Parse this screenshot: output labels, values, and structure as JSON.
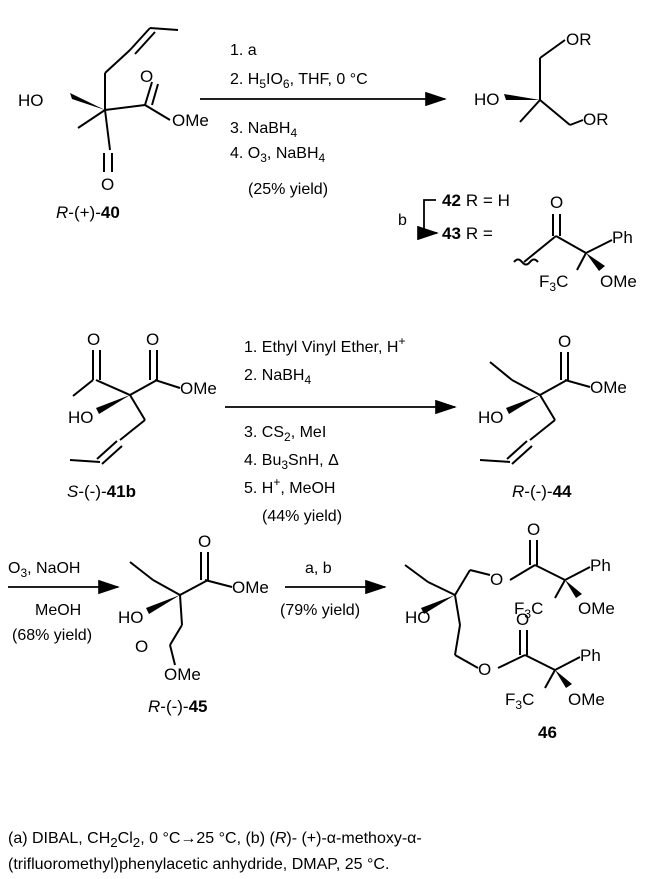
{
  "compounds": {
    "c40": {
      "prefix": "R",
      "rot": "-(+)-",
      "num": "40"
    },
    "c42": {
      "num": "42",
      "label": "R = H"
    },
    "c43": {
      "num": "43",
      "label": "R ="
    },
    "c41b": {
      "prefix": "S",
      "rot": "-(-)-",
      "num": "41b"
    },
    "c44": {
      "prefix": "R",
      "rot": "-(-)-",
      "num": "44"
    },
    "c45": {
      "prefix": "R",
      "rot": "-(-)-",
      "num": "45"
    },
    "c46": {
      "num": "46"
    }
  },
  "atoms": {
    "HO": "HO",
    "O": "O",
    "OMe": "OMe",
    "OR": "OR",
    "Ph": "Ph",
    "F3C": "F",
    "F3C_sub": "3",
    "F3C_C": "C"
  },
  "scheme1": {
    "step1": "1. a",
    "step2_pre": "2. H",
    "step2_sub1": "5",
    "step2_mid": "IO",
    "step2_sub2": "6",
    "step2_post": ", THF, 0 °C",
    "step3_pre": "3. NaBH",
    "step3_sub": "4",
    "step4_pre": "4. O",
    "step4_sub1": "3",
    "step4_mid": ", NaBH",
    "step4_sub2": "4",
    "yield": "(25% yield)",
    "arrow_b": "b"
  },
  "scheme2": {
    "step1": "1. Ethyl Vinyl Ether, H",
    "step1_sup": "+",
    "step2_pre": "2. NaBH",
    "step2_sub": "4",
    "step3_pre": "3. CS",
    "step3_sub": "2",
    "step3_post": ", MeI",
    "step4_pre": "4. Bu",
    "step4_sub": "3",
    "step4_post": "SnH, Δ",
    "step5_pre": "5. H",
    "step5_sup": "+",
    "step5_post": ", MeOH",
    "yield": "(44% yield)"
  },
  "scheme3": {
    "arrow1_top_pre": "O",
    "arrow1_top_sub": "3",
    "arrow1_top_post": ", NaOH",
    "arrow1_bottom1": "MeOH",
    "arrow1_bottom2": "(68% yield)",
    "arrow2_top": "a, b",
    "arrow2_bottom": "(79% yield)"
  },
  "footnote": {
    "a_pre": "(a) DIBAL, CH",
    "a_sub1": "2",
    "a_mid": "Cl",
    "a_sub2": "2",
    "a_post": ", 0 °C→25 °C,   (b) (",
    "b_R": "R",
    "b_post": ")- (+)-α-methoxy-α-",
    "line2": "(trifluoromethyl)phenylacetic anhydride, DMAP, 25 °C."
  }
}
